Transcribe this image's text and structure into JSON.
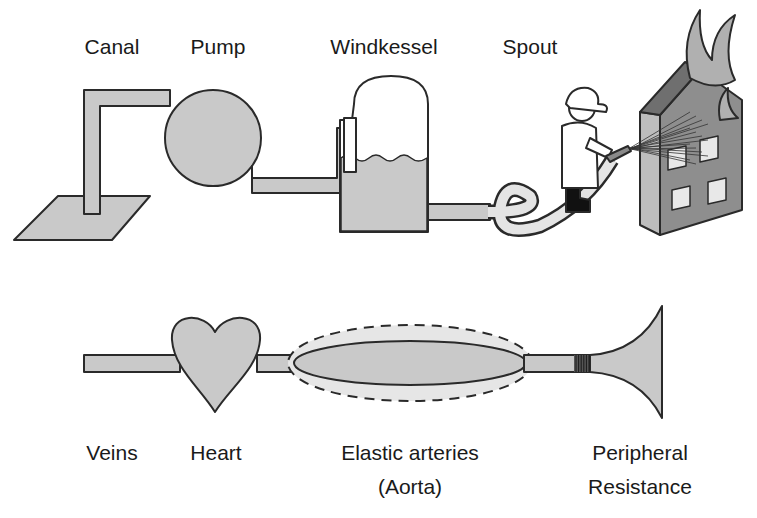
{
  "diagram": {
    "labels": [
      "Canal",
      "Pump",
      "Windkessel",
      "Spout",
      "Veins",
      "Heart",
      "Elastic arteries (Aorta)",
      "Peripheral Resistance"
    ]
  }
}
